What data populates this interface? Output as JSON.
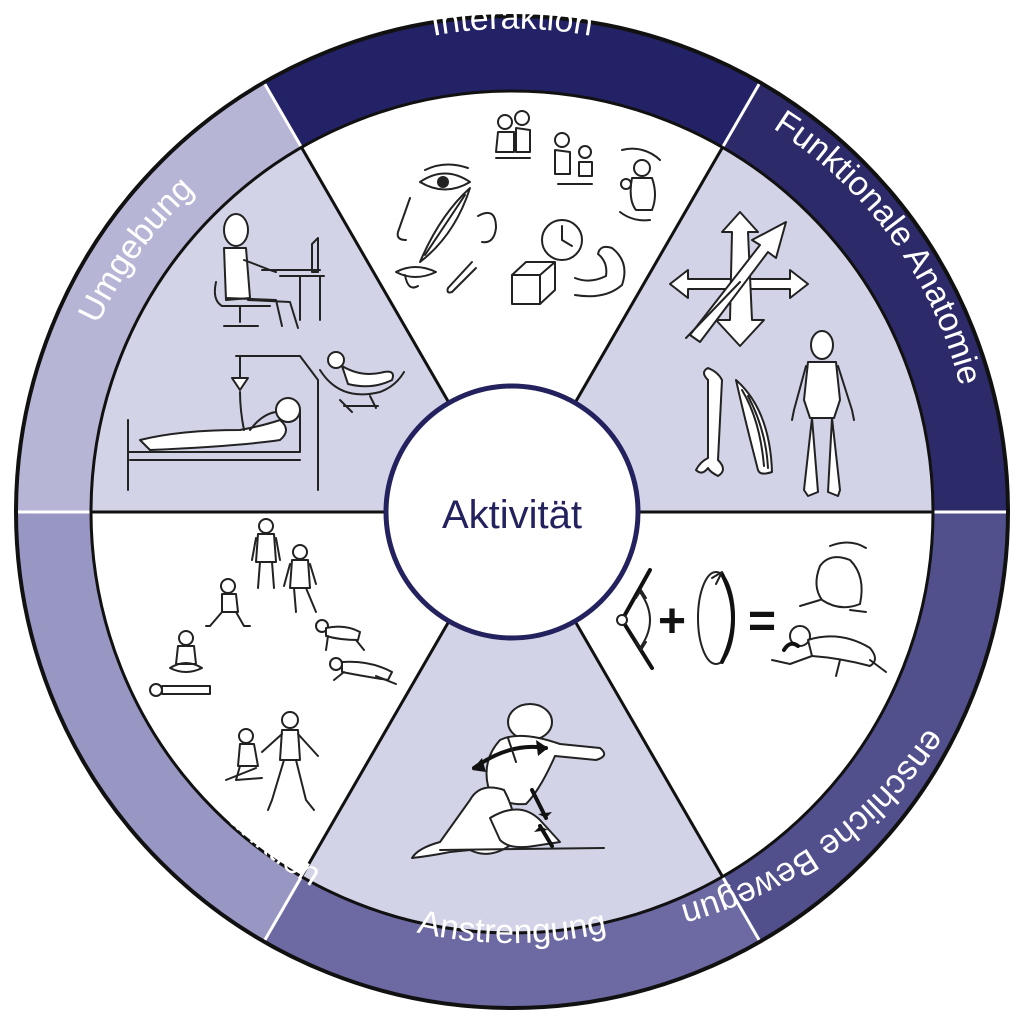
{
  "center": {
    "label": "Aktivität"
  },
  "segments": [
    {
      "id": "interaktion",
      "label": "Interaktion",
      "ring_color": "#232266",
      "inner_color": "#ffffff",
      "icon": "senses-and-objects-icon"
    },
    {
      "id": "funktionale-anatomie",
      "label": "Funktionale Anatomie",
      "ring_color": "#2d2a6a",
      "inner_color": "#d3d3e8",
      "icon": "anatomy-axes-icon"
    },
    {
      "id": "menschliche-bewegung",
      "label": "Menschliche Bewegung",
      "ring_color": "#514f8c",
      "inner_color": "#ffffff",
      "icon": "movement-equation-icon"
    },
    {
      "id": "anstrengung",
      "label": "Anstrengung",
      "ring_color": "#6d6aa3",
      "inner_color": "#d3d3e8",
      "icon": "kneeling-exertion-icon"
    },
    {
      "id": "menschliche-funktion",
      "label": "Menschliche Funktion",
      "ring_color": "#9896c2",
      "inner_color": "#ffffff",
      "icon": "development-poses-icon"
    },
    {
      "id": "umgebung",
      "label": "Umgebung",
      "ring_color": "#b7b5d5",
      "inner_color": "#d3d3e8",
      "icon": "environment-furniture-icon"
    }
  ],
  "symbols": {
    "plus": "+",
    "equals": "="
  }
}
